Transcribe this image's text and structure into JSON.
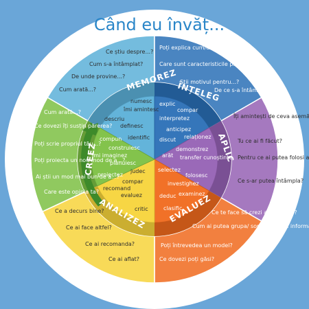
{
  "title": "Când eu învăț...",
  "colors": {
    "background": "#6aa6d8",
    "memorez": "#5bb0d8",
    "inteleg": "#2a6fb6",
    "aplic": "#9561b4",
    "evaluez": "#f06a1d",
    "analizez": "#f7d43a",
    "creez": "#7cc043"
  },
  "sectors": [
    {
      "id": "memorez",
      "label": "MEMOREZ",
      "verbs": [
        "numesc",
        "îmi amintesc",
        "descriu",
        "definesc",
        "identific"
      ],
      "questions": [
        "Ce știu despre...?",
        "Cum s-a întâmplat?",
        "De unde provine...?",
        "Cum arată...?"
      ]
    },
    {
      "id": "inteleg",
      "label": "ÎNȚELEG",
      "verbs": [
        "explic",
        "compar",
        "interpretez",
        "anticipez",
        "discut"
      ],
      "questions": [
        "Poți explica cum/de ce...?",
        "Care sunt caracteristicile principale...?",
        "Știi motivul pentru...?",
        "De ce s-a întâmplat asta?"
      ]
    },
    {
      "id": "aplic",
      "label": "APLIC",
      "verbs": [
        "relaționez",
        "demonstrez",
        "arăt",
        "transfer cunoștințe",
        "folosesc"
      ],
      "questions": [
        "Îți amintești de ceva asemănător?",
        "Tu ce ai fi făcut?",
        "Pentru ce ai putea folosi acest lucru?",
        "Ce s-ar putea întâmpla?"
      ]
    },
    {
      "id": "evaluez",
      "label": "EVALUEZ",
      "verbs": [
        "selectez",
        "investighez",
        "deduc",
        "examinez",
        "clasific"
      ],
      "questions": [
        "Ce te face să crezi acest lucru?",
        "Cum ai putea grupa/ sorta/clasifica informația?",
        "Poți întrevedea un model?",
        "Ce dovezi poți găsi?"
      ]
    },
    {
      "id": "analizez",
      "label": "ANALIZEZ",
      "verbs": [
        "judec",
        "compar",
        "recomand",
        "evaluez",
        "critic"
      ],
      "questions": [
        "Ce a decurs bine?",
        "Ce ai face altfel?",
        "Ce ai recomanda?",
        "Ce ai aflat?"
      ]
    },
    {
      "id": "creez",
      "label": "CREEZ",
      "verbs": [
        "compun",
        "construiesc",
        "îmi imaginez",
        "planuiesc",
        "proiectez"
      ],
      "questions": [
        "Cum arată...?",
        "Ce dovezi îți susțin părerea?",
        "Poți scrie propriul tău...?",
        "Poți proiecta un nou mod de a...?",
        "Ai știi un mod mai bun de a...?",
        "Care este opinia ta?"
      ]
    }
  ]
}
